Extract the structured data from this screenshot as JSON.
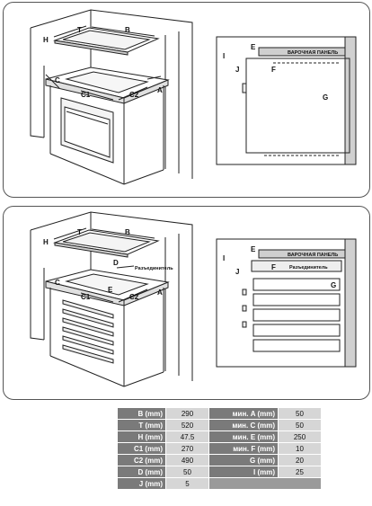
{
  "diagram_top": {
    "labels": {
      "h": "H",
      "t": "T",
      "b": "B",
      "c": "C",
      "c1": "C1",
      "c2": "C2",
      "a": "A",
      "i": "I",
      "j": "J",
      "e": "E",
      "f": "F",
      "g": "G",
      "panel": "ВАРОЧНАЯ ПАНЕЛЬ"
    }
  },
  "diagram_bottom": {
    "labels": {
      "h": "H",
      "t": "T",
      "b": "B",
      "c": "C",
      "c1": "C1",
      "c2": "C2",
      "a": "A",
      "d": "D",
      "e": "E",
      "i": "I",
      "j": "J",
      "f": "F",
      "g": "G",
      "panel": "ВАРОЧНАЯ ПАНЕЛЬ",
      "separator": "Разъединитель"
    }
  },
  "spec_table": {
    "rows": [
      {
        "k1": "B (mm)",
        "v1": "290",
        "k2": "мин. A (mm)",
        "v2": "50"
      },
      {
        "k1": "T (mm)",
        "v1": "520",
        "k2": "мин. C (mm)",
        "v2": "50"
      },
      {
        "k1": "H (mm)",
        "v1": "47.5",
        "k2": "мин. E (mm)",
        "v2": "250"
      },
      {
        "k1": "C1 (mm)",
        "v1": "270",
        "k2": "мин. F (mm)",
        "v2": "10"
      },
      {
        "k1": "C2 (mm)",
        "v1": "490",
        "k2": "G (mm)",
        "v2": "20"
      },
      {
        "k1": "D (mm)",
        "v1": "50",
        "k2": "I (mm)",
        "v2": "25"
      },
      {
        "k1": "J (mm)",
        "v1": "5",
        "k2": "",
        "v2": ""
      }
    ]
  }
}
